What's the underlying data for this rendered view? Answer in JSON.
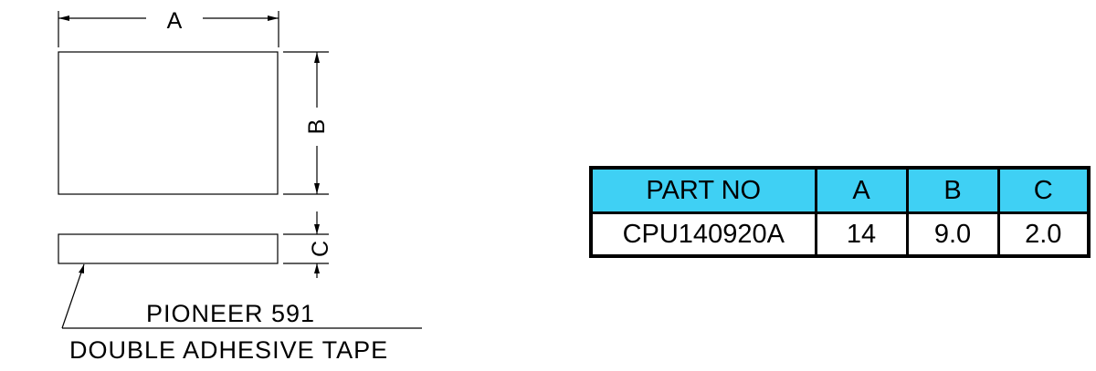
{
  "drawing": {
    "dim_a": "A",
    "dim_b": "B",
    "dim_c": "C",
    "note_line1": "PIONEER 591",
    "note_line2": "DOUBLE ADHESIVE TAPE"
  },
  "table": {
    "header_color": "#3fd0f4",
    "headers": [
      "PART NO",
      "A",
      "B",
      "C"
    ],
    "rows": [
      [
        "CPU140920A",
        "14",
        "9.0",
        "2.0"
      ]
    ]
  }
}
